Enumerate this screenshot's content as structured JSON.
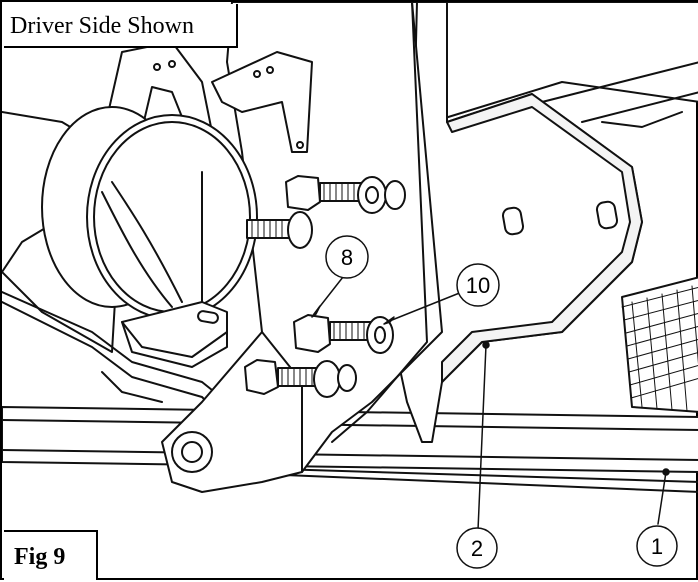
{
  "view_caption": "Driver Side Shown",
  "figure_label": "Fig 9",
  "callouts": [
    {
      "id": "8"
    },
    {
      "id": "10"
    },
    {
      "id": "2"
    },
    {
      "id": "1"
    }
  ]
}
